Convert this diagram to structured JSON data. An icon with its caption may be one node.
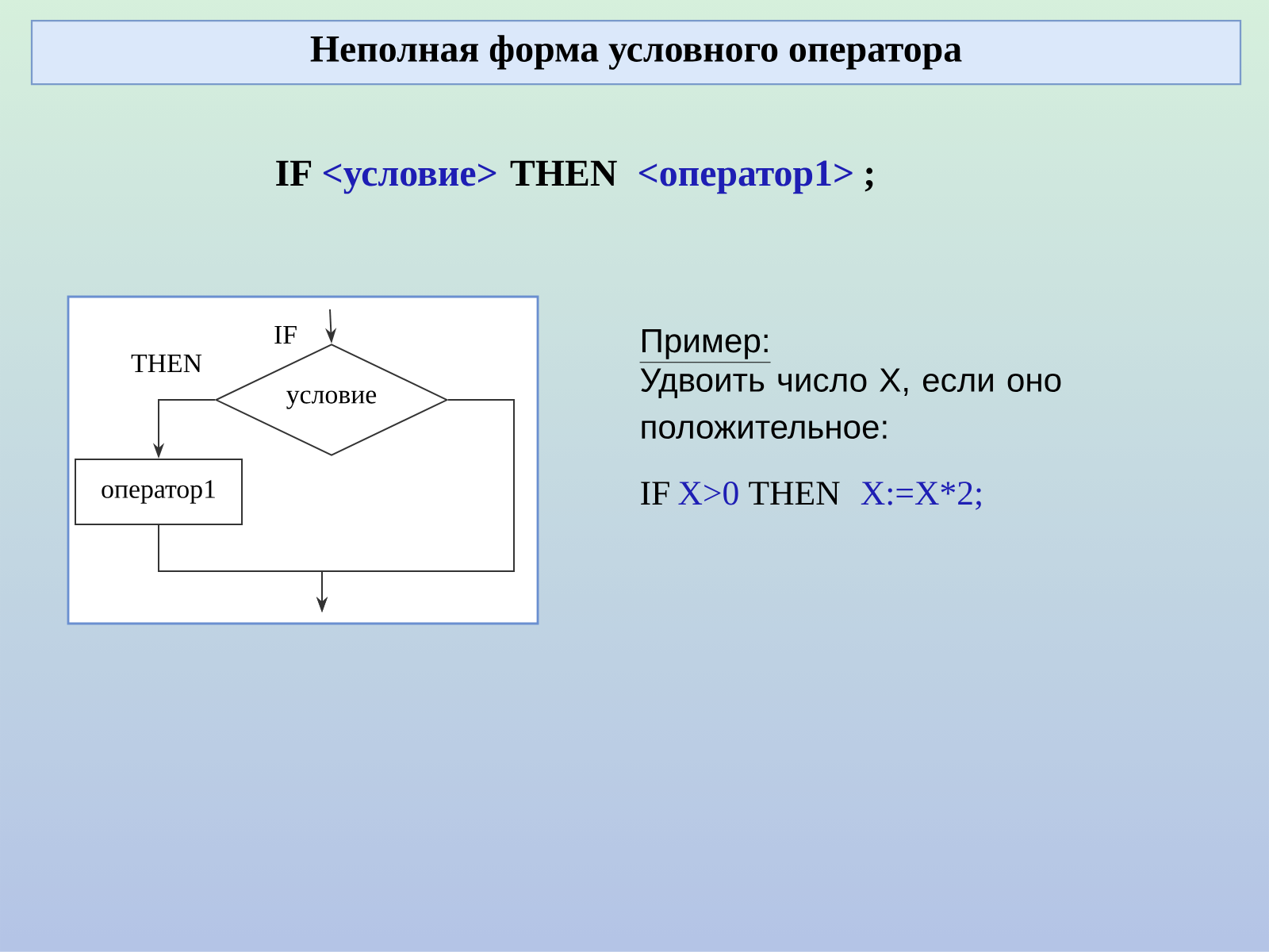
{
  "diagram": {
    "title": "Неполная форма условного оператора",
    "nodes": [
      {
        "text": [
          "условие"
        ]
      },
      {
        "text": [
          "оператор1"
        ]
      }
    ],
    "edges": [
      {
        "from": null,
        "to": 0,
        "arrow": "to",
        "label": "IF"
      },
      {
        "from": 0,
        "to": 1,
        "arrow": "to",
        "label": "THEN"
      },
      {
        "from": 1,
        "to": null,
        "arrow": "to"
      },
      {
        "from": 0,
        "to": null,
        "arrow": "to"
      }
    ],
    "labels": [
      "IF",
      "<условие>",
      "THEN",
      "<оператор1>",
      ";",
      "Пример:",
      "Удвоить число X, если оно положительное:",
      "IF",
      "X>0",
      "THEN",
      "X:=X*2;"
    ]
  }
}
